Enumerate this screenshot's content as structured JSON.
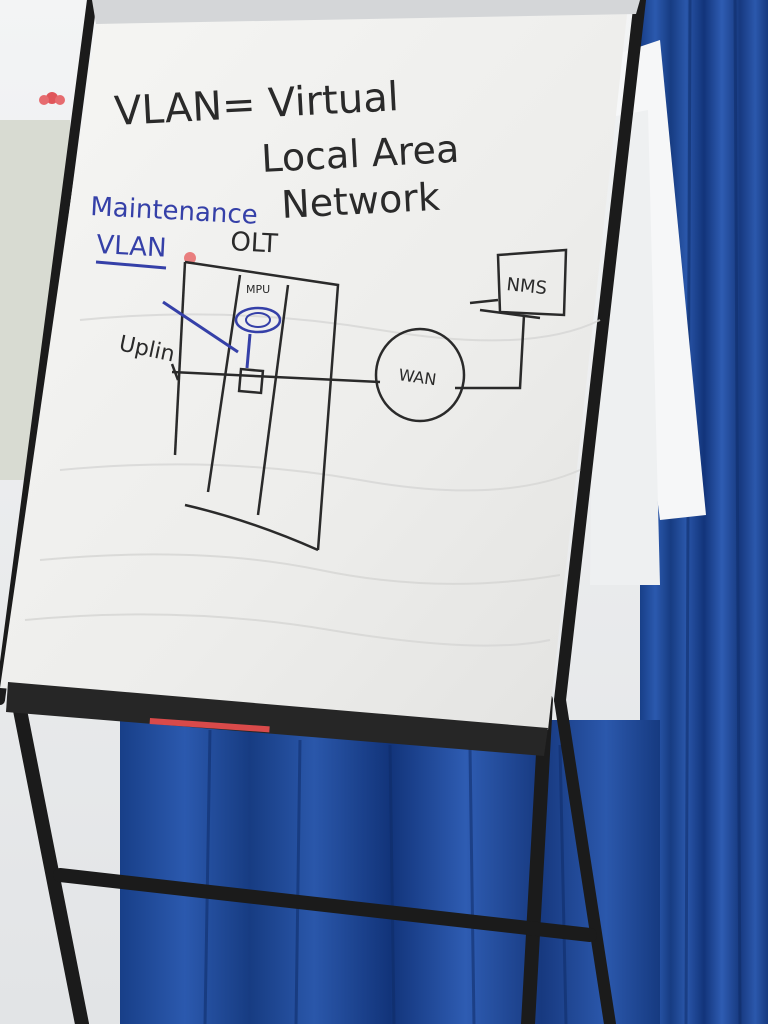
{
  "colors": {
    "curtain": "#1f4a98",
    "curtain_dark": "#10306e",
    "paper": "#f1f1ef",
    "ink_black": "#2a2a2a",
    "ink_blue": "#3540a8",
    "ink_red": "#d94a4a"
  },
  "board": {
    "title_line1": "VLAN= Virtual",
    "title_line2": "Local Area",
    "title_line3": "Network",
    "subtitle_line1": "Maintenance",
    "subtitle_line2": "VLAN",
    "olt_label": "OLT",
    "mpu_label": "MPU",
    "uplink_label": "Uplin",
    "wan_label": "WAN",
    "nms_label": "NMS"
  }
}
